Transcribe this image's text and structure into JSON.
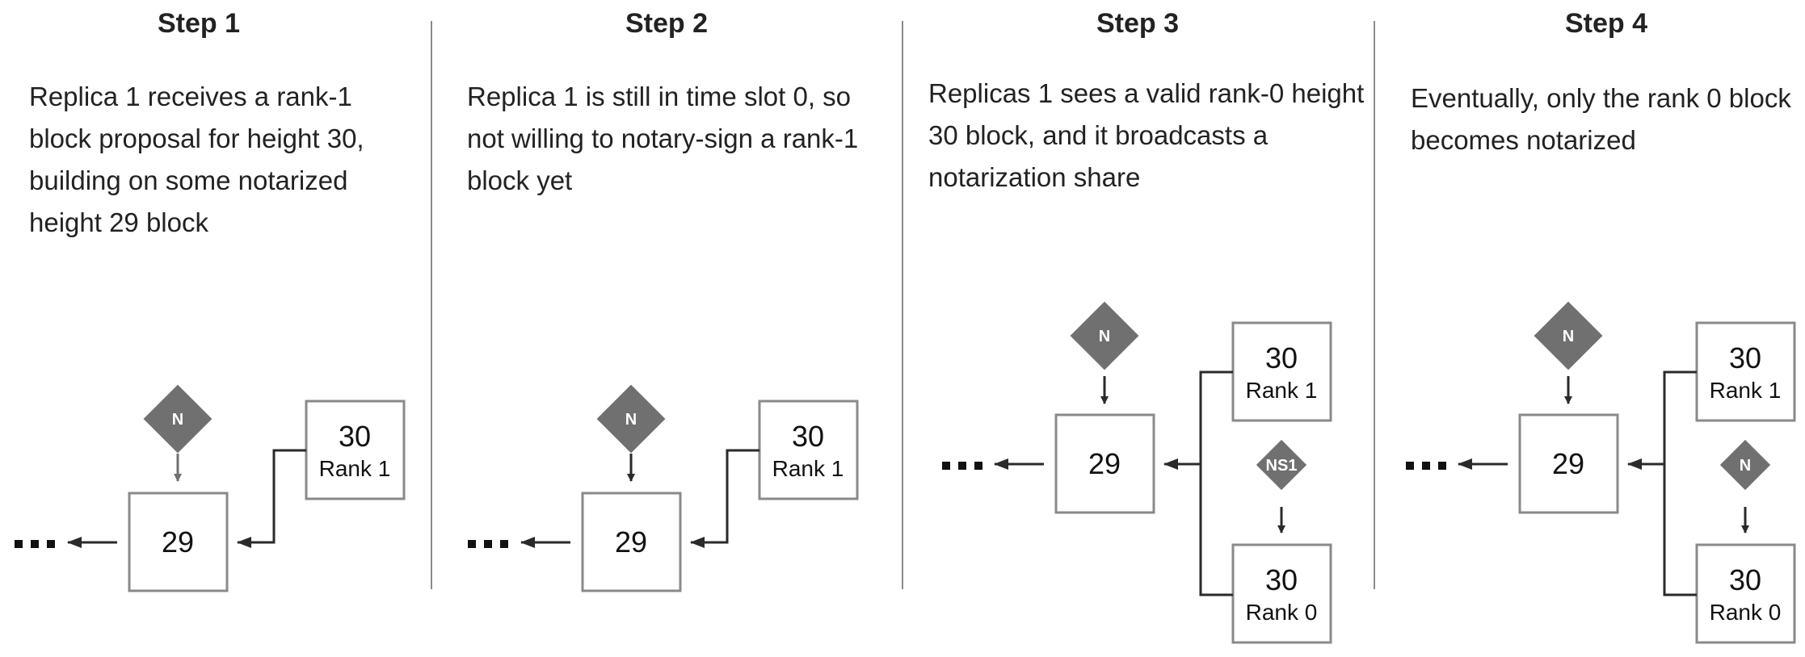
{
  "steps": [
    {
      "title": "Step 1",
      "description": "Replica 1 receives a rank-1 block proposal for height 30, building on some notarized height 29 block",
      "blocks": {
        "b29": "29",
        "top_height": "30",
        "top_rank": "Rank 1"
      },
      "diamonds": {
        "main": "N"
      }
    },
    {
      "title": "Step 2",
      "description": "Replica 1 is still in time slot 0, so not willing to notary-sign a rank-1 block yet",
      "blocks": {
        "b29": "29",
        "top_height": "30",
        "top_rank": "Rank 1"
      },
      "diamonds": {
        "main": "N"
      }
    },
    {
      "title": "Step 3",
      "description": "Replicas 1 sees a valid rank-0 height 30 block, and it broadcasts a notarization share",
      "blocks": {
        "b29": "29",
        "top_height": "30",
        "top_rank": "Rank 1",
        "bottom_height": "30",
        "bottom_rank": "Rank 0"
      },
      "diamonds": {
        "main": "N",
        "share": "NS1"
      }
    },
    {
      "title": "Step 4",
      "description": "Eventually, only the rank 0 block becomes notarized",
      "blocks": {
        "b29": "29",
        "top_height": "30",
        "top_rank": "Rank 1",
        "bottom_height": "30",
        "bottom_rank": "Rank 0"
      },
      "diamonds": {
        "main": "N",
        "share": "N"
      }
    }
  ],
  "colors": {
    "box_border": "#8a8a8a",
    "diamond_fill": "#707070",
    "arrow": "#2a2a2a"
  },
  "icons": {
    "ellipsis": "ellipsis-icon",
    "diamond": "notarization-diamond-icon"
  }
}
